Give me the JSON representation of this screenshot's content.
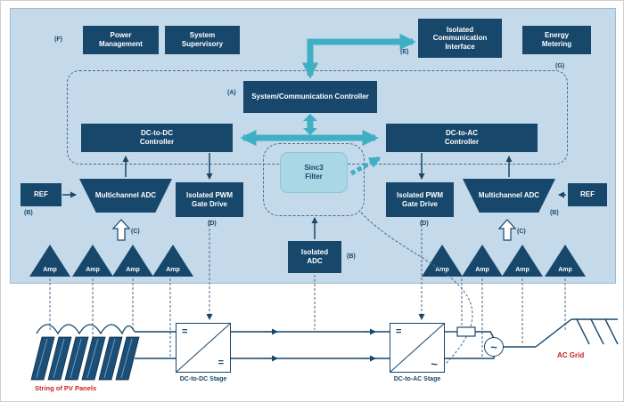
{
  "labels": {
    "a": "(A)",
    "b": "(B)",
    "c": "(C)",
    "d": "(D)",
    "e": "(E)",
    "f": "(F)",
    "g": "(G)"
  },
  "blocks": {
    "power_management": "Power Management",
    "system_supervisory": "System Supervisory",
    "isolated_comm_interface": "Isolated Communication Interface",
    "energy_metering": "Energy Metering",
    "system_comm_controller": "System/Communication Controller",
    "dcdc_controller": "DC-to-DC Controller",
    "dcac_controller": "DC-to-AC Controller",
    "sinc3_filter": "Sinc3 Filter",
    "ref": "REF",
    "multichannel_adc": "Multichannel ADC",
    "isolated_pwm_gate_drive": "Isolated PWM Gate Drive",
    "isolated_adc": "Isolated ADC",
    "amp": "Amp"
  },
  "circuit": {
    "dcdc_stage_label": "DC-to-DC Stage",
    "dcac_stage_label": "DC-to-AC Stage",
    "pv_string_label": "String of PV Panels",
    "ac_grid_label": "AC Grid",
    "dc_symbol": "=",
    "ac_symbol": "~"
  },
  "colors": {
    "navy": "#17476b",
    "panel_blue": "#c4d9e9",
    "teal": "#3fafc4",
    "sinc_fill": "#a9d7e5",
    "red_label": "#cc2222"
  }
}
